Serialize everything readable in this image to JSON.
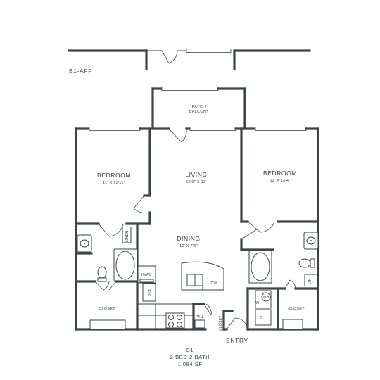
{
  "plan": {
    "code": "B1-AFF",
    "unit_name": "B1",
    "beds_baths": "2 BED  2 BATH",
    "area": "1,084  SF",
    "entry": "ENTRY"
  },
  "rooms": {
    "patio": {
      "line1": "PATIO /",
      "line2": "BALCONY"
    },
    "bedroom_left": {
      "name": "BEDROOM",
      "dims": "11' X 13'11\""
    },
    "living": {
      "name": "LIVING",
      "dims": "12'9\" X 13'"
    },
    "bedroom_right": {
      "name": "BEDROOM",
      "dims": "11' X 13'4\""
    },
    "dining": {
      "name": "DINING",
      "dims": "12' X 7'6\""
    },
    "closet_left": "CLOSET",
    "closet_right": "CLOSET",
    "closet_entry": "CLOSET"
  },
  "fixtures": {
    "linen_left": "LINEN",
    "linen_right": "LIN",
    "hvac": "HVAC",
    "ref": "REF.",
    "dw": "DW",
    "pan": "PAN.",
    "wh": "WH",
    "washer": "W",
    "dryer": "D"
  }
}
